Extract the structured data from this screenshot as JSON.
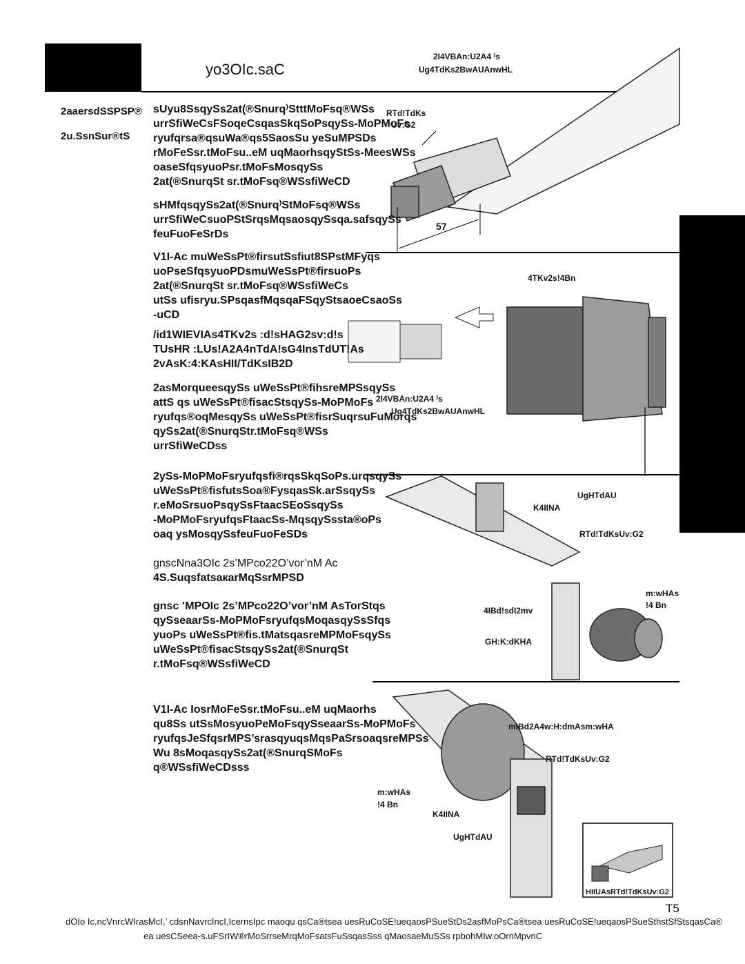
{
  "header": {
    "title": "yo3OIc.saC",
    "callout_top_1": "2I4VBAn:U2A4 ⁾s",
    "callout_top_2": "Ug4TdKs2BwAUAnwHL"
  },
  "left_labels": [
    "2aaersdSSPSP℗",
    "2u.SsnSur®tS"
  ],
  "paragraphs": [
    {
      "lines": [
        "sUyu8SsqySs2at(®Snurq⁾StttMoFsq®WSs",
        "urrSfiWeCsFSoqeCsqasSkqSoPsqySs-MoPMoFs",
        "ryufqrsa®qsuWa®qs5SaosSu yeSuMPSDs",
        "rMoFeSsr.tMoFsu..eM uqMaorhsqyStSs-MeesWSs",
        "oaseSfqsyuoPsr.tMoFsMosqySs",
        "2at(®SnurqSt sr.tMoFsq®WSsfiWeCD"
      ]
    },
    {
      "lines": [
        "sHMfqsqySs2at(®Snurq⁾StMoFsq®WSs",
        "urrSfiWeCsuoPStSrqsMqsaosqySsqa.safsqySs",
        "feuFuoFeSrDs"
      ]
    },
    {
      "lines": [
        "V1I-Ac muWeSsPt®firsutSsfiut8SPstMFyqs",
        "uoPseSfqsyuoPDsmuWeSsPt®firsuoPs",
        "2at(®SnurqSt sr.tMoFsq®WSsfiWeCs",
        "utSs ufisryu.SPsqasfMqsqaFSqyStsaoeCsaoSs",
        "-uCD"
      ]
    },
    {
      "lines": [
        "/id1WIEVIAs4TKv2s :d!sHAG2sv:d!s",
        "TUsHR :LUs!A2A4nTdA!sG4InsTdUT!As",
        "2vAsK:4:KAsHII/TdKsIB2D"
      ]
    },
    {
      "lines": [
        "2asMorqueesqySs uWeSsPt®fihsreMPSsqySs",
        " attS qs uWeSsPt®fisacStsqySs-MoPMoFs",
        "ryufqs®oqMesqySs uWeSsPt®fisrSuqrsuFuMorqs",
        "qySs2at(®SnurqStr.tMoFsq®WSs",
        "urrSfiWeCDss"
      ]
    },
    {
      "lines": [
        "2ySs-MoPMoFsryufqsfi®rqsSkqSoPs.urqsqySs",
        " uWeSsPt®fisfutsSoa®FysqasSk.arSsqySs",
        "r.eMoSrsuoPsqySsFtaacSEoSsqySs",
        "-MoPMoFsryufqsFtaacSs-MqsqySssta®oPs",
        "oaq ysMosqySsfeuFuoFeSDs"
      ]
    },
    {
      "lines": [
        "gnscNna3OIc 2s’MPco22O’vor’nM Ac",
        "4S.SuqsfatsaкarMqSsrMPSD"
      ]
    },
    {
      "lines": [
        "gnsc ’MPOIc 2s’MPco22O’vor’nM AsTorStqs",
        "qySseaarSs-MoPMoFsryufqsMoqasqySsSfqs",
        "yuoPs uWeSsPt®fis.tMatsqasreMPMoFsqySs",
        " uWeSsPt®fisacStsqySs2at(®SnurqSt",
        "r.tMoFsq®WSsfiWeCD"
      ]
    },
    {
      "lines": [
        "V1I-Ac IosrMoFeSsr.tMoFsu..eM uqMaorhs",
        "qu8Ss utSsMosyuoPeMoFsqySseaarSs-MoPMoFs",
        "ryufqsJeSfqsrMPS’srasqyuqsMqsPaSrsoaqsreMPSs",
        "Wu 8sMoqasqySs2at(®SnurqSMoFs",
        "q®WSsfiWeCDsss"
      ]
    }
  ],
  "callouts": {
    "shaft_1": "RTd!TdKs",
    "shaft_2": "Uv:G2",
    "dim": "57",
    "motor_label": "4TKv2s!4Bn",
    "mid_1": "2I4VBAn:U2A4 ⁾s",
    "mid_2": "Ug4TdKs2BwAUAnwHL",
    "ughtdau": "UgHTdAU",
    "k4iina": "K4IINA",
    "rtd_uvg2": "RTd!TdKsUv:G2",
    "mwhas": "m:wHAs",
    "fourbn": "!4 Bn",
    "libd": "4IBd!sdI2mv",
    "ghk": "GH:K:dKHA",
    "miba": "mIBd2A4w:H:dmAsm:wHA",
    "rtd_uvg2_b": "RTd!TdKsUv:G2",
    "mwhas_b": "m:wHAs",
    "fourbn_b": "!4 Bn",
    "k4iina_b": "K4IINA",
    "ughtdau_b": "UgHTdAU",
    "inset": "HIIUAsRTd!TdKsUv:G2"
  },
  "page_number": "T5",
  "footer": {
    "line1": "dOIo Ic.ncVnrcWIrasMcI,’ cdsnNavrcIncI,IcernsIpc    maoqu qsCa®tsea uesRuCoSE!ueqaosPSueStDs2asfMoPsCa®tsea uesRuCoSE!ueqaosPSueSthstSfStsqasCa®",
    "line2": "ea uesCSeea-s.uFSrIW®rMoSrrseMrqMoFsatsFuSsqasSss qMaosaeMuSSs rpbohMIw.oOrnMpvnC"
  }
}
